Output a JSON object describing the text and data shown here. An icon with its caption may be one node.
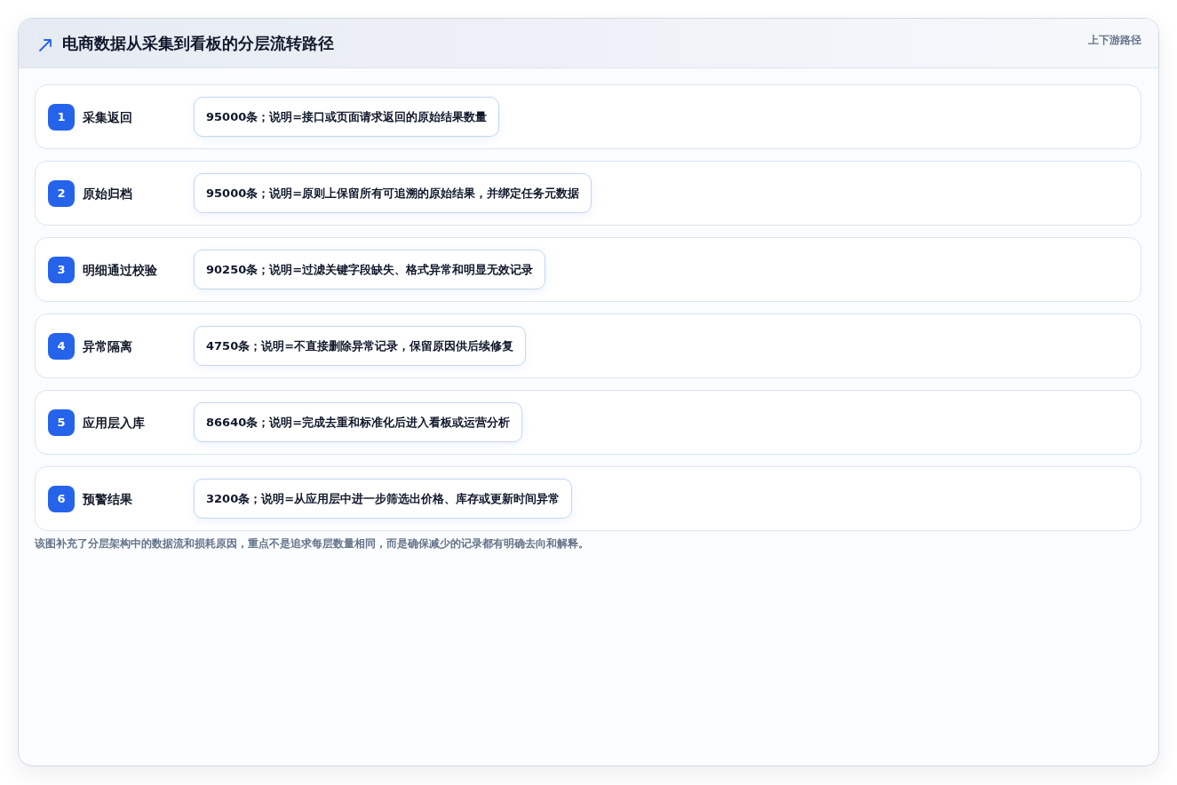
{
  "diagram": {
    "title": "电商数据从采集到看板的分层流转路径",
    "caption": "该图补充了分层架构中的数据流和损耗原因，重点不是追求每层数量相同，而是确保减少的记录都有明确去向和解释。",
    "labels": [
      "上下游路径"
    ],
    "nodes": [
      {
        "text": [
          "采集返回"
        ]
      },
      {
        "text": [
          "1"
        ],
        "in": 0
      },
      {
        "text": [
          "95000条；说明=接口或页面请求返回的原始结果数量"
        ],
        "in": 0
      },
      {
        "text": [
          "原始归档"
        ]
      },
      {
        "text": [
          "2"
        ],
        "in": 3
      },
      {
        "text": [
          "95000条；说明=原则上保留所有可追溯的原始结果，并绑定任务元数据"
        ],
        "in": 3
      },
      {
        "text": [
          "明细通过校验"
        ]
      },
      {
        "text": [
          "3"
        ],
        "in": 6
      },
      {
        "text": [
          "90250条；说明=过滤关键字段缺失、格式异常和明显无效记录"
        ],
        "in": 6
      },
      {
        "text": [
          "异常隔离"
        ]
      },
      {
        "text": [
          "4"
        ],
        "in": 9
      },
      {
        "text": [
          "4750条；说明=不直接删除异常记录，保留原因供后续修复"
        ],
        "in": 9
      },
      {
        "text": [
          "应用层入库"
        ]
      },
      {
        "text": [
          "5"
        ],
        "in": 12
      },
      {
        "text": [
          "86640条；说明=完成去重和标准化后进入看板或运营分析"
        ],
        "in": 12
      },
      {
        "text": [
          "预警结果"
        ]
      },
      {
        "text": [
          "6"
        ],
        "in": 15
      },
      {
        "text": [
          "3200条；说明=从应用层中进一步筛选出价格、库存或更新时间异常"
        ],
        "in": 15
      }
    ]
  }
}
